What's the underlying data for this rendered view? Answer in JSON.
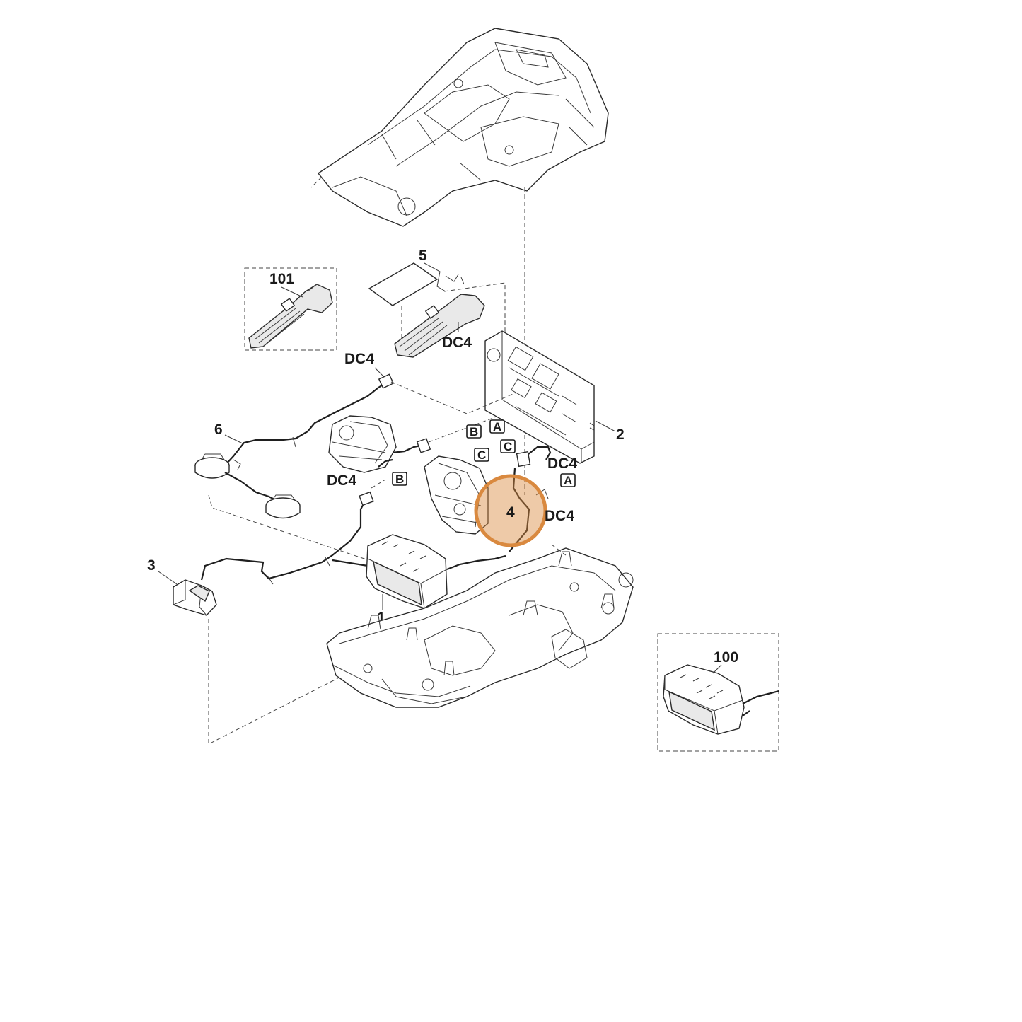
{
  "labels": {
    "part_101": "101",
    "part_5": "5",
    "part_6": "6",
    "part_2": "2",
    "part_3": "3",
    "part_1": "1",
    "part_4": "4",
    "part_100": "100",
    "dc4_top": "DC4",
    "dc4_ribbon": "DC4",
    "dc4_left": "DC4",
    "dc4_right": "DC4",
    "dc4_right2": "DC4"
  },
  "connector_tags": {
    "b_top": "B",
    "a_top": "A",
    "c_left": "C",
    "c_right": "C",
    "a_right": "A",
    "b_lower": "B"
  },
  "highlight": {
    "color": "#d9893f",
    "fill": "rgba(217,137,63,0.45)"
  }
}
